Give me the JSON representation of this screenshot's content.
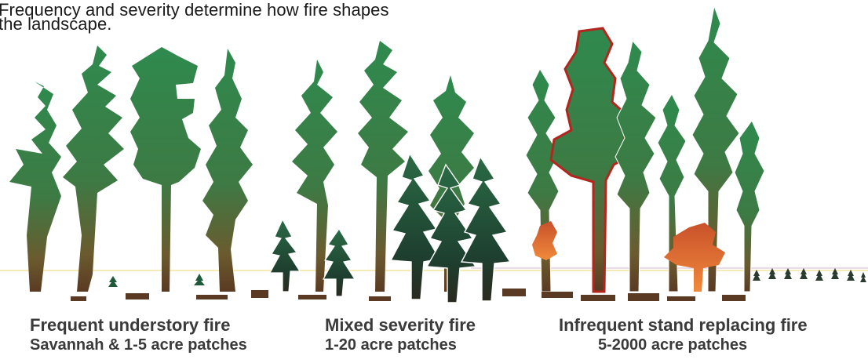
{
  "intro": {
    "line1": "Frequency and severity determine how fire shapes",
    "line2": "the landscape."
  },
  "sections": [
    {
      "title": "Frequent understory fire",
      "subtitle": "Savannah & 1-5 acre patches"
    },
    {
      "title": "Mixed severity fire",
      "subtitle": "1-20 acre patches"
    },
    {
      "title": "Infrequent stand replacing fire",
      "subtitle": "5-2000 acre patches"
    }
  ],
  "colors": {
    "canopy": "#2f7f4a",
    "dark_conifer": "#1d3b2c",
    "trunk_brown": "#5a3a22",
    "burning": "#d9622b",
    "outline_red": "#b3261e",
    "ground_line": "#e8d86a"
  }
}
